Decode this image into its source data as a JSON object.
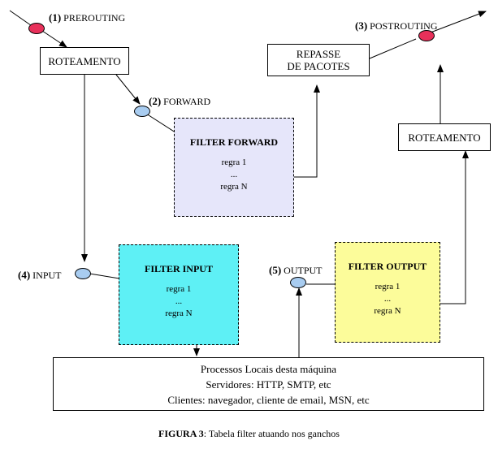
{
  "hooks": {
    "prerouting": {
      "number": "(1)",
      "name": "PREROUTING"
    },
    "forward": {
      "number": "(2)",
      "name": "FORWARD"
    },
    "postrouting": {
      "number": "(3)",
      "name": "POSTROUTING"
    },
    "input": {
      "number": "(4)",
      "name": "INPUT"
    },
    "output": {
      "number": "(5)",
      "name": "OUTPUT"
    }
  },
  "boxes": {
    "routing_in": "ROTEAMENTO",
    "routing_out": "ROTEAMENTO",
    "repasse_line1": "REPASSE",
    "repasse_line2": "DE PACOTES"
  },
  "filters": {
    "forward": {
      "title": "FILTER FORWARD",
      "rule_first": "regra 1",
      "ellipsis": "...",
      "rule_last": "regra N"
    },
    "input": {
      "title": "FILTER INPUT",
      "rule_first": "regra 1",
      "ellipsis": "...",
      "rule_last": "regra N"
    },
    "output": {
      "title": "FILTER OUTPUT",
      "rule_first": "regra 1",
      "ellipsis": "...",
      "rule_last": "regra N"
    }
  },
  "local": {
    "line1": "Processos Locais desta máquina",
    "line2": "Servidores: HTTP, SMTP, etc",
    "line3": "Clientes: navegador, cliente de email, MSN, etc"
  },
  "caption": {
    "bold": "FIGURA 3",
    "rest": ": Tabela filter atuando nos ganchos"
  },
  "colors": {
    "hook_red": "#e8305a",
    "hook_blue": "#a8ccf0",
    "filter_forward": "#e6e6fa",
    "filter_input": "#5ef0f5",
    "filter_output": "#fcfc9a"
  }
}
